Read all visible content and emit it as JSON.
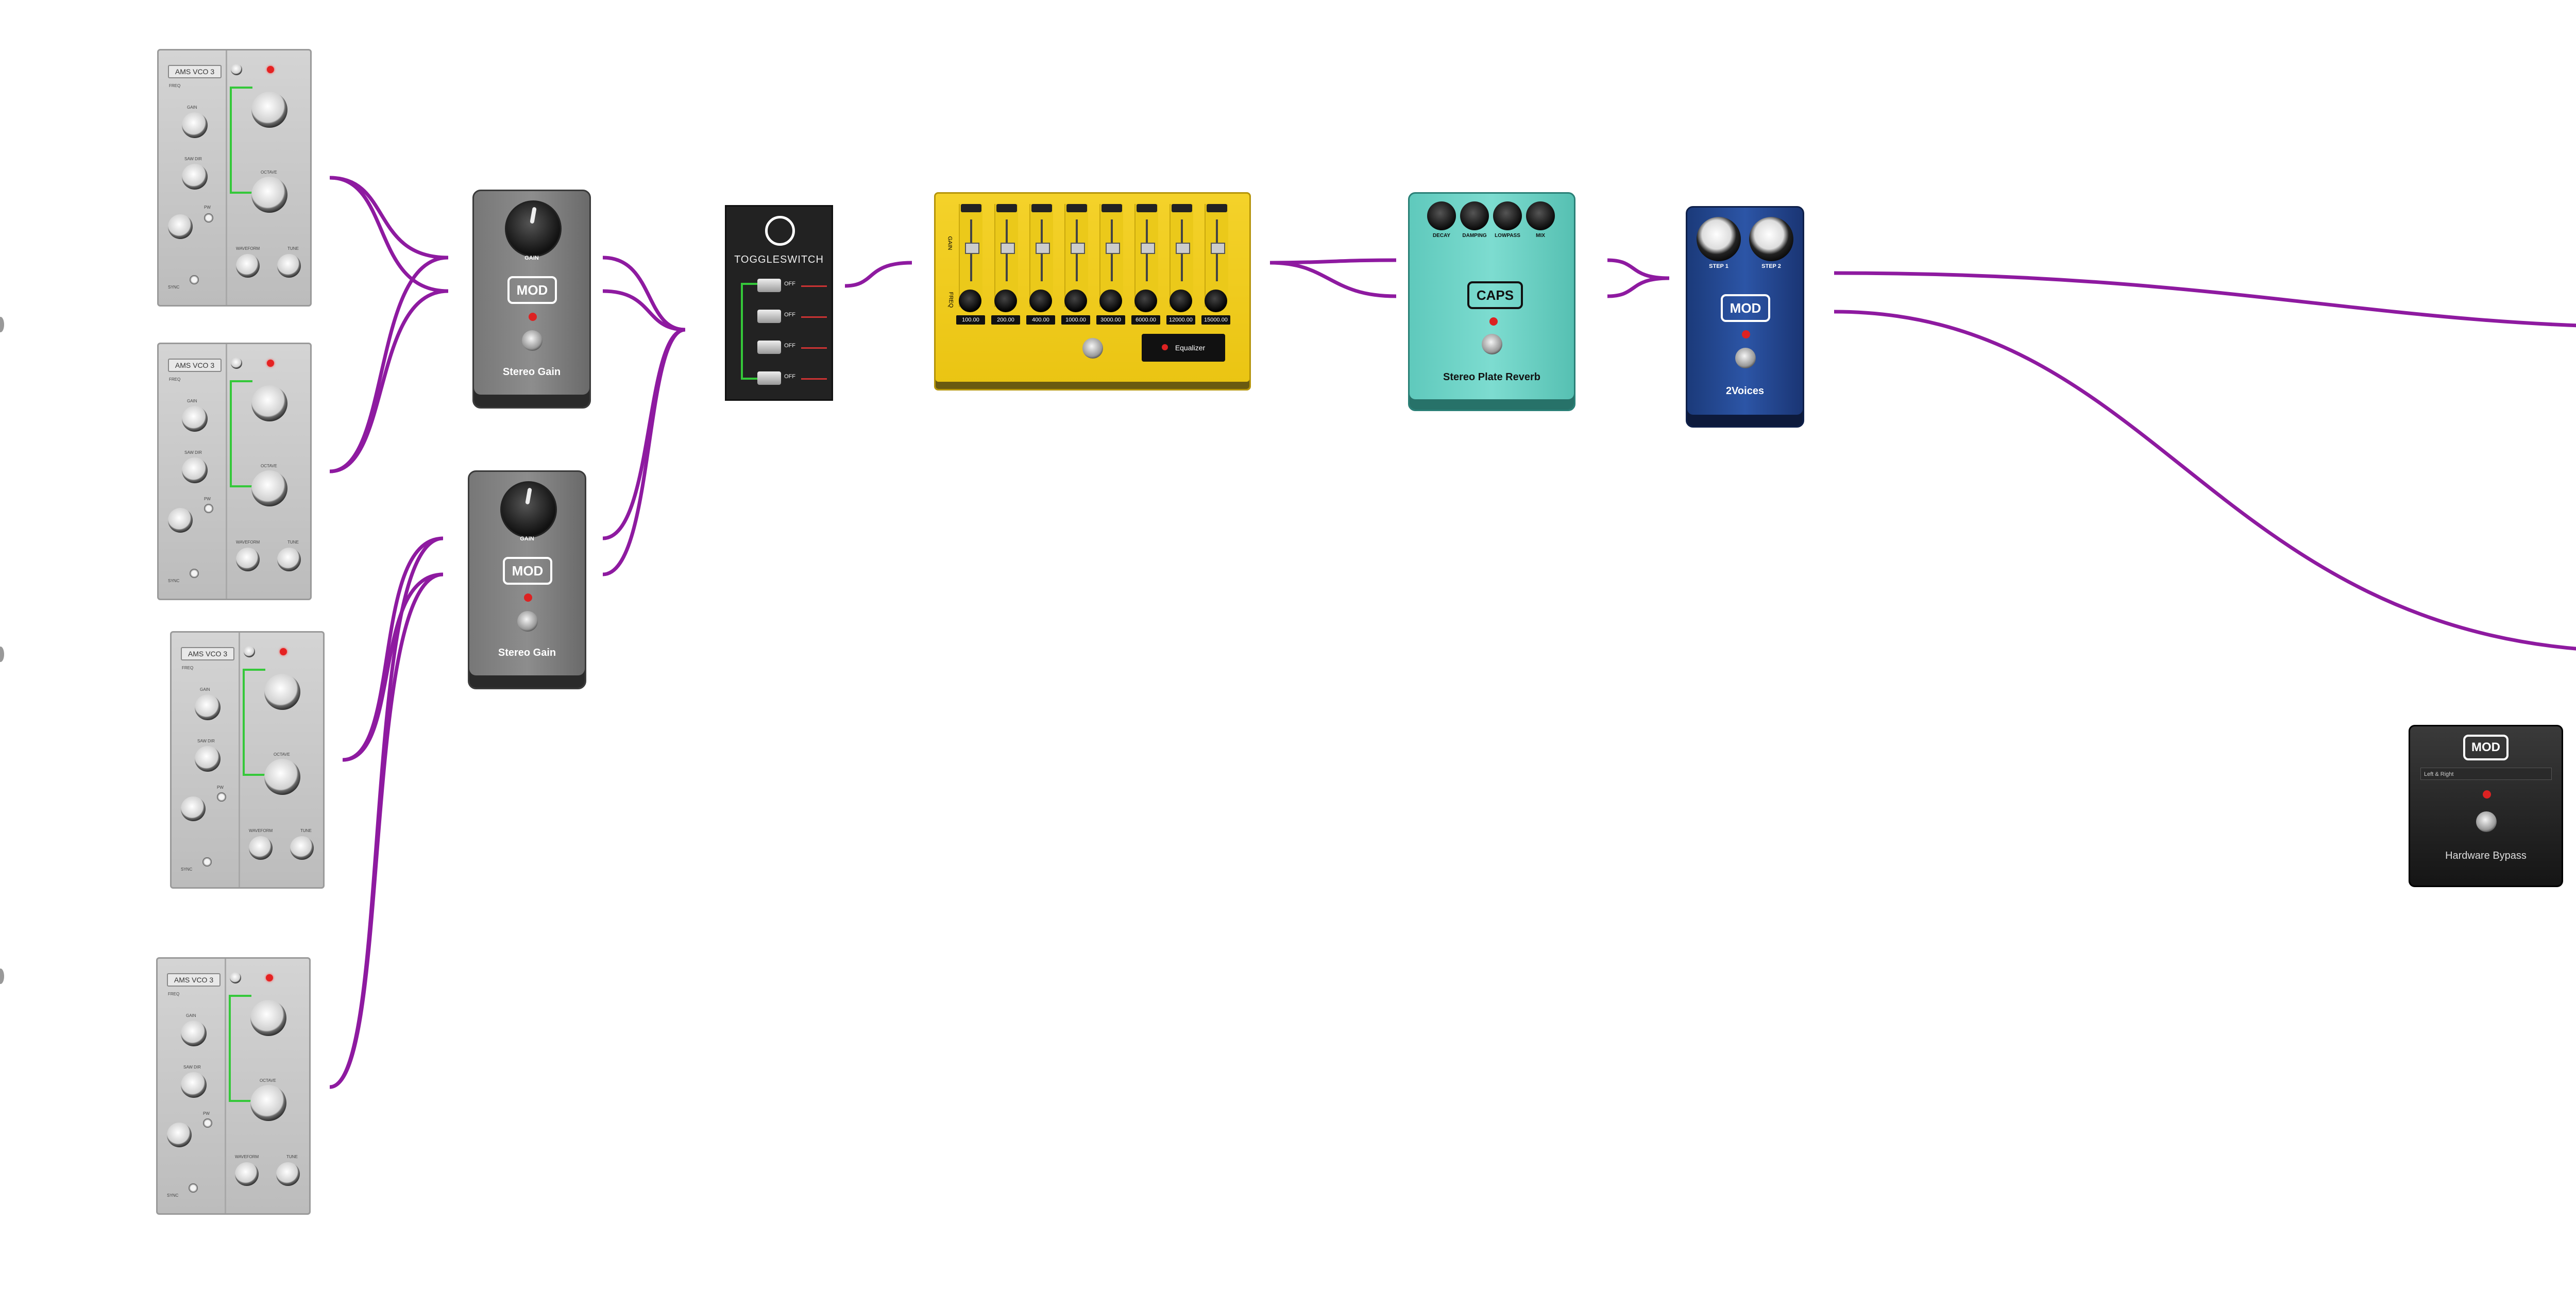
{
  "colors": {
    "cable": "#8e1aa0",
    "background": "#ffffff"
  },
  "vco_modules": [
    {
      "name": "AMS VCO 3",
      "labels": {
        "freq": "FREQ",
        "gain": "GAIN",
        "sawdir": "SAW DIR",
        "octave": "OCTAVE",
        "waveform": "WAVEFORM",
        "tune": "TUNE",
        "sync": "SYNC",
        "pw": "PW"
      }
    },
    {
      "name": "AMS VCO 3",
      "labels": {
        "freq": "FREQ",
        "gain": "GAIN",
        "sawdir": "SAW DIR",
        "octave": "OCTAVE",
        "waveform": "WAVEFORM",
        "tune": "TUNE",
        "sync": "SYNC",
        "pw": "PW"
      }
    },
    {
      "name": "AMS VCO 3",
      "labels": {
        "freq": "FREQ",
        "gain": "GAIN",
        "sawdir": "SAW DIR",
        "octave": "OCTAVE",
        "waveform": "WAVEFORM",
        "tune": "TUNE",
        "sync": "SYNC",
        "pw": "PW"
      }
    },
    {
      "name": "AMS VCO 3",
      "labels": {
        "freq": "FREQ",
        "gain": "GAIN",
        "sawdir": "SAW DIR",
        "octave": "OCTAVE",
        "waveform": "WAVEFORM",
        "tune": "TUNE",
        "sync": "SYNC",
        "pw": "PW"
      }
    }
  ],
  "stereo_gain": [
    {
      "knob_label": "GAIN",
      "brand": "MOD",
      "name": "Stereo Gain"
    },
    {
      "knob_label": "GAIN",
      "brand": "MOD",
      "name": "Stereo Gain"
    }
  ],
  "toggleswitch": {
    "name": "TOGGLESWITCH",
    "switches": [
      "OFF",
      "OFF",
      "OFF",
      "OFF"
    ]
  },
  "equalizer": {
    "name": "Equalizer",
    "side_labels": {
      "gain": "GAIN",
      "freq": "FREQ"
    },
    "bands": [
      "100.00",
      "200.00",
      "400.00",
      "1000.00",
      "3000.00",
      "6000.00",
      "12000.00",
      "15000.00"
    ]
  },
  "reverb": {
    "brand": "CAPS",
    "name": "Stereo Plate Reverb",
    "knobs": [
      "DECAY",
      "DAMPING",
      "LOWPASS",
      "MIX"
    ]
  },
  "voices": {
    "brand": "MOD",
    "name": "2Voices",
    "knobs": [
      "STEP 1",
      "STEP 2"
    ]
  },
  "hardware_bypass": {
    "brand": "MOD",
    "select_value": "Left & Right",
    "name": "Hardware Bypass"
  }
}
